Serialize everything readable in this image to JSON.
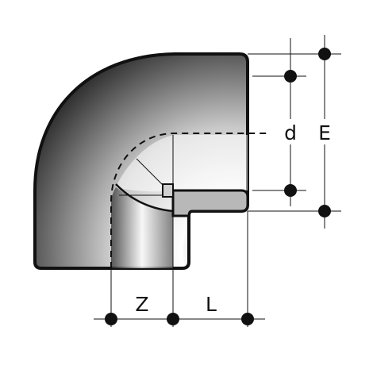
{
  "labels": {
    "d": "d",
    "E": "E",
    "Z": "Z",
    "L": "L"
  },
  "colors": {
    "outline": "#111111",
    "body_dark": "#3a3a3a",
    "body_light": "#f4f4f4",
    "seat": "#b8b8b8"
  }
}
